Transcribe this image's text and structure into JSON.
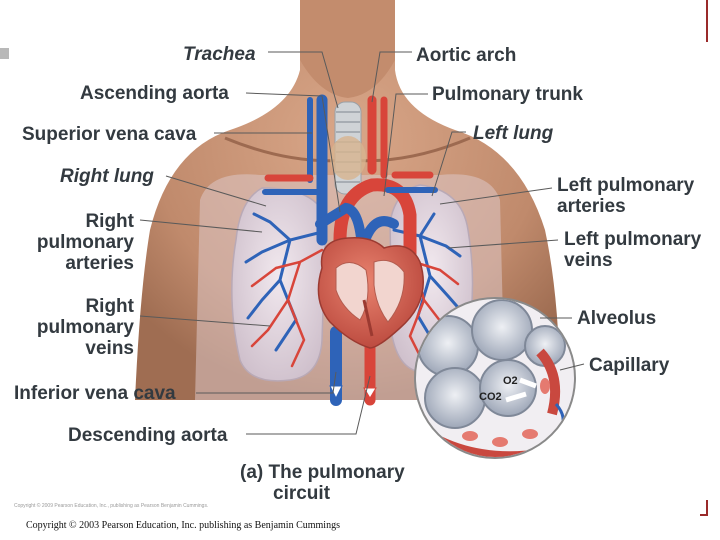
{
  "labels": {
    "trachea": "Trachea",
    "aortic_arch": "Aortic arch",
    "ascending_aorta": "Ascending aorta",
    "pulmonary_trunk": "Pulmonary trunk",
    "superior_vena_cava": "Superior vena cava",
    "left_lung": "Left lung",
    "right_lung": "Right lung",
    "left_pulmonary_arteries": [
      "Left pulmonary",
      "arteries"
    ],
    "right_pulmonary_arteries": [
      "Right",
      "pulmonary",
      "arteries"
    ],
    "left_pulmonary_veins": [
      "Left pulmonary",
      "veins"
    ],
    "right_pulmonary_veins": [
      "Right",
      "pulmonary",
      "veins"
    ],
    "alveolus": "Alveolus",
    "capillary": "Capillary",
    "inferior_vena_cava": "Inferior vena cava",
    "descending_aorta": "Descending aorta"
  },
  "gases": {
    "o2": "O2",
    "co2": "CO2"
  },
  "caption": {
    "prefix": "(a)",
    "line1": "The pulmonary",
    "line2": "circuit"
  },
  "copyright": "Copyright © 2003 Pearson Education, Inc. publishing as Benjamin Cummings",
  "copyright_small": "Copyright © 2009 Pearson Education, Inc., publishing as Pearson Benjamin Cummings.",
  "colors": {
    "label_text": "#333a40",
    "oxygenated_red": "#d8453a",
    "deoxygenated_blue": "#2e63b8",
    "skin": "#c99578",
    "lung": "#e8dde6",
    "leader_line": "#5a5a5a"
  }
}
